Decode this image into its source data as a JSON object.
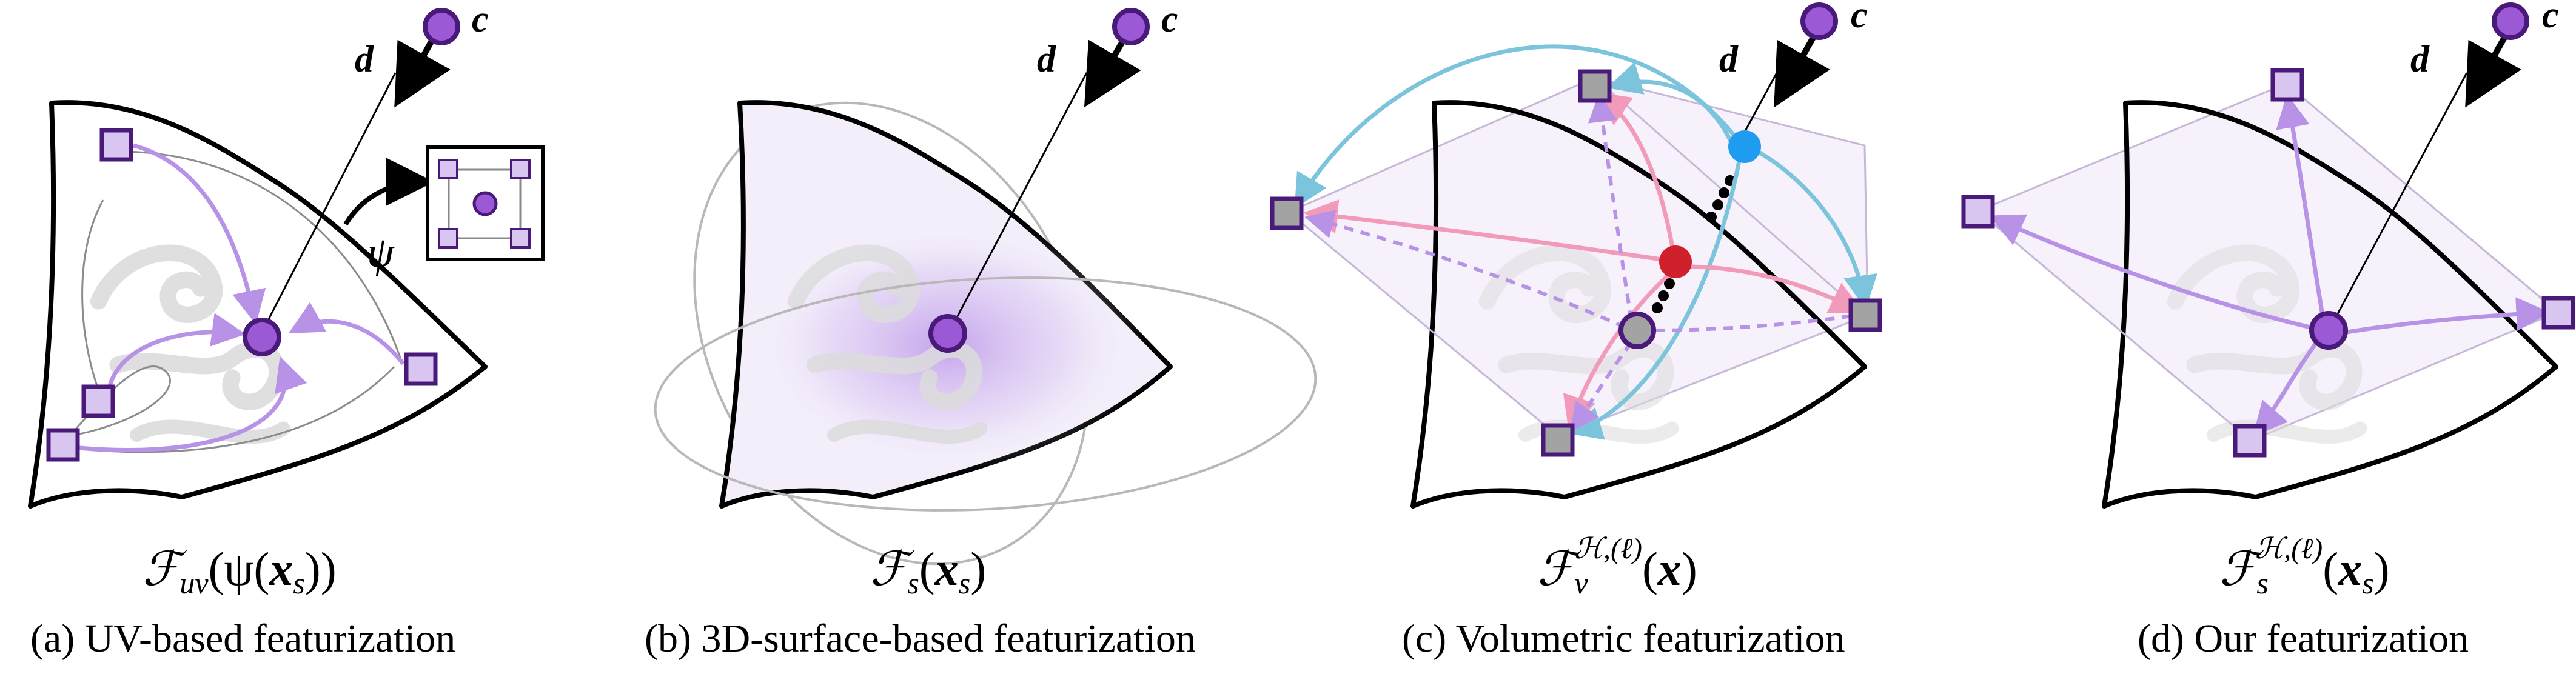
{
  "panels": [
    {
      "id": "a",
      "formula": "ℱ",
      "formula_sub": "uv",
      "formula_rest": "(ψ(",
      "formula_x": "x",
      "formula_x_sub": "s",
      "formula_close": "))",
      "caption": "(a) UV-based featurization",
      "label_d": "d",
      "label_c": "c",
      "label_psi": "ψ"
    },
    {
      "id": "b",
      "formula": "ℱ",
      "formula_sub": "s",
      "formula_rest": "(",
      "formula_x": "x",
      "formula_x_sub": "s",
      "formula_close": ")",
      "caption": "(b) 3D-surface-based featurization",
      "label_d": "d",
      "label_c": "c"
    },
    {
      "id": "c",
      "formula": "ℱ",
      "formula_sub": "v",
      "formula_sup": "ℋ,(ℓ)",
      "formula_rest": "(",
      "formula_x": "x",
      "formula_close": ")",
      "caption": "(c) Volumetric featurization",
      "label_d": "d",
      "label_c": "c"
    },
    {
      "id": "d",
      "formula": "ℱ",
      "formula_sub": "s",
      "formula_sup": "ℋ,(ℓ)",
      "formula_rest": "(",
      "formula_x": "x",
      "formula_x_sub": "s",
      "formula_close": ")",
      "caption": "(d) Our featurization",
      "label_d": "d",
      "label_c": "c"
    }
  ],
  "colors": {
    "purple_dot": "#9b59d6",
    "purple_stroke": "#4a1a7a",
    "lilac_square": "#d9c6f0",
    "lilac_arrow": "#b892e6",
    "pink_arrow": "#f29ab9",
    "blue_arrow": "#7cc3dc",
    "blue_dot": "#1e9cf0",
    "red_dot": "#d0202b",
    "gray_square": "#a3a3a3",
    "shape_fill": "#f3eefa"
  }
}
